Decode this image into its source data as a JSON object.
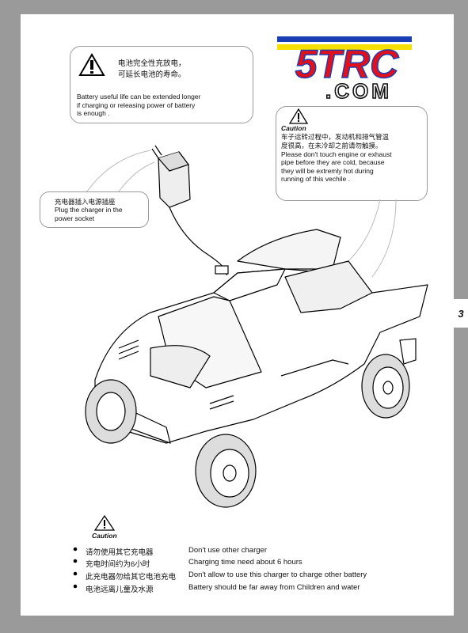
{
  "page_number": "3",
  "logo": {
    "top": "5TRC",
    "bottom": ".COM"
  },
  "battery_note": {
    "cn_line1": "电池完全性充放电，",
    "cn_line2": "可延长电池的寿命。",
    "en": [
      "Battery useful life can be extended longer",
      "if charging or releasing power of battery",
      "is enough ."
    ]
  },
  "engine_caution": {
    "label": "Caution",
    "cn_line1": "车子运转过程中，发动机和排气管温",
    "cn_line2": "度很高，在未冷却之前请勿触摸。",
    "en": [
      "Please don't touch engine or exhaust",
      "pipe before they are cold, because",
      "they will be extremly hot during",
      "running of this vechile ."
    ]
  },
  "charger_note": {
    "cn": "充电器插入电源插座",
    "en": [
      "Plug the charger in the",
      "power socket"
    ]
  },
  "bottom_caution": {
    "label": "Caution",
    "items": [
      {
        "cn": "请勿使用其它充电器",
        "en": "Don't use other charger"
      },
      {
        "cn": "充电时间约为6小时",
        "en": "Charging time need about 6 hours"
      },
      {
        "cn": "此充电器勿给其它电池充电",
        "en": "Don't allow to use this charger to charge other battery"
      },
      {
        "cn": "电池远离儿童及水源",
        "en": "Battery should be far away from Children and water"
      }
    ]
  },
  "colors": {
    "logo_red": "#e1101a",
    "logo_yellow": "#f5e000",
    "logo_blue": "#1a3fb5",
    "background": "#9a9a9a"
  }
}
